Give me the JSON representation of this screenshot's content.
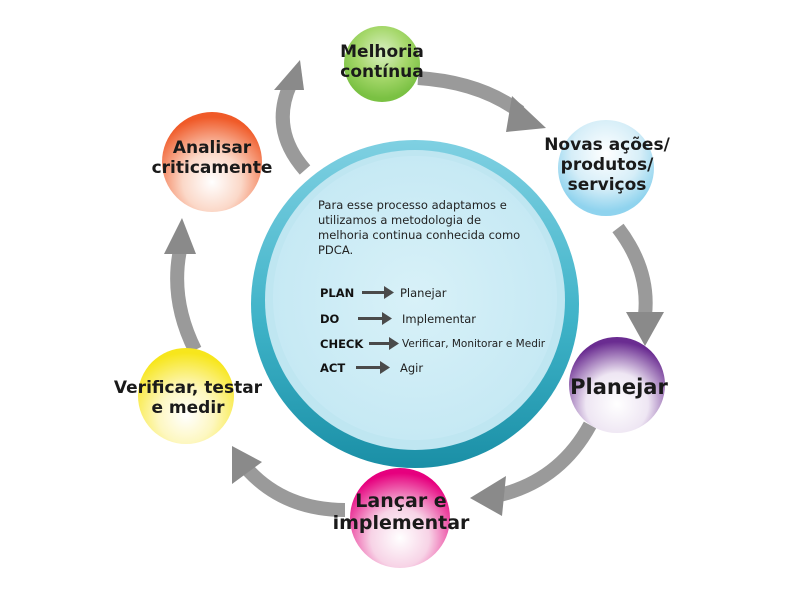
{
  "nodes": {
    "melhoria": "Melhoria\ncontínua",
    "novas": "Novas ações/\nprodutos/\nserviços",
    "planejar": "Planejar",
    "lancar": "Lançar e\nimplementar",
    "verificar": "Verificar, testar\ne medir",
    "analisar": "Analisar\ncriticamente"
  },
  "center": {
    "intro": "Para esse processo adaptamos e utilizamos a metodologia de melhoria continua conhecida como PDCA.",
    "rows": [
      {
        "key": "PLAN",
        "value": "Planejar"
      },
      {
        "key": "DO",
        "value": "Implementar"
      },
      {
        "key": "CHECK",
        "value": "Verificar, Monitorar e Medir"
      },
      {
        "key": "ACT",
        "value": "Agir"
      }
    ]
  },
  "colors": {
    "melhoria": "#7ac143",
    "novas": "#5bc0de",
    "planejar": "#6a2c91",
    "lancar": "#e6007e",
    "verificar": "#f7e61c",
    "analisar": "#f05a28",
    "ring": "#3fb3c8",
    "center_fill": "#cdeef7",
    "arrow": "#8a8a8a"
  }
}
